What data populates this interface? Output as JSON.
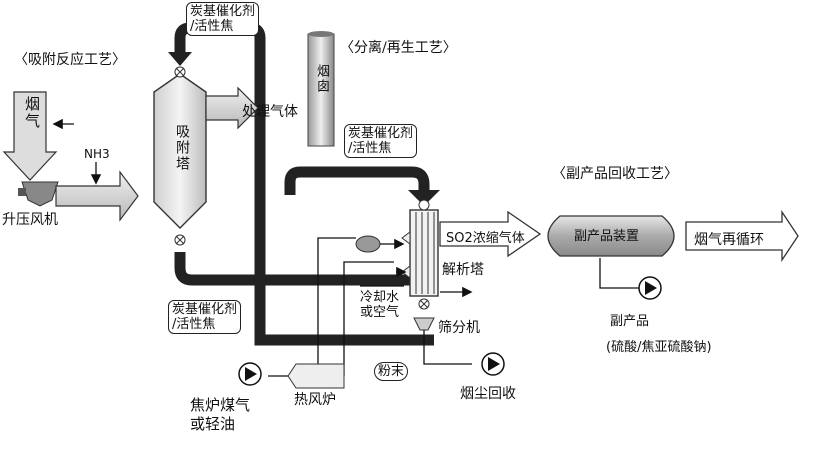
{
  "sections": {
    "adsorption": "〈吸附反应工艺〉",
    "separation": "〈分离/再生工艺〉",
    "byproduct": "〈副产品回收工艺〉"
  },
  "flue_gas": "烟气",
  "nh3": "NH3",
  "booster_fan": "升压风机",
  "adsorption_tower": "吸附塔",
  "treated_gas": "处理气体",
  "chimney": "烟囱",
  "catalyst_top": [
    "炭基催化剂",
    "/活性焦"
  ],
  "catalyst_mid": [
    "炭基催化剂",
    "/活性焦"
  ],
  "catalyst_bottom": [
    "炭基催化剂",
    "/活性焦"
  ],
  "desorption_tower": "解析塔",
  "so2_gas": "SO2浓缩气体",
  "byproduct_device": "副产品装置",
  "flue_recycle": "烟气再循环",
  "cooling": [
    "冷却水",
    "或空气"
  ],
  "screener": "筛分机",
  "powder": "粉末",
  "dust_recovery": "烟尘回收",
  "hot_air_furnace": "热风炉",
  "fuel": [
    "焦炉煤气",
    "或轻油"
  ],
  "byproduct_label": "副产品",
  "byproduct_detail": "(硫酸/焦亚硫酸钠)"
}
